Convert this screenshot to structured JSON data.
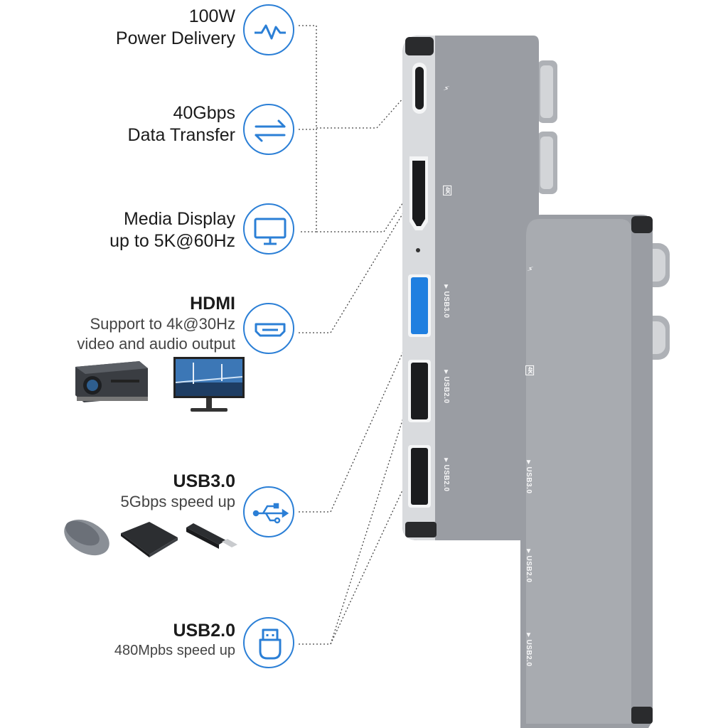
{
  "features": [
    {
      "lines": [
        "100W",
        "Power Delivery"
      ],
      "icon": "pulse-icon"
    },
    {
      "lines": [
        "40Gbps",
        "Data Transfer"
      ],
      "icon": "transfer-arrows-icon"
    },
    {
      "lines": [
        "Media Display",
        "up to 5K@60Hz"
      ],
      "icon": "monitor-icon"
    },
    {
      "title": "HDMI",
      "lines": [
        "Support to 4k@30Hz",
        "video and audio output"
      ],
      "icon": "hdmi-port-icon"
    },
    {
      "title": "USB3.0",
      "lines": [
        "5Gbps speed up"
      ],
      "icon": "usb-symbol-icon"
    },
    {
      "title": "USB2.0",
      "lines": [
        "480Mpbs speed up"
      ],
      "icon": "usb-connector-icon"
    }
  ],
  "hub_labels": {
    "k4": "4K",
    "usb30": "▼USB3.0",
    "usb20": "▼USB2.0"
  },
  "colors": {
    "accent": "#2b7fd6",
    "usb3_port": "#1f7fe0",
    "hub_body": "#9a9da3"
  }
}
